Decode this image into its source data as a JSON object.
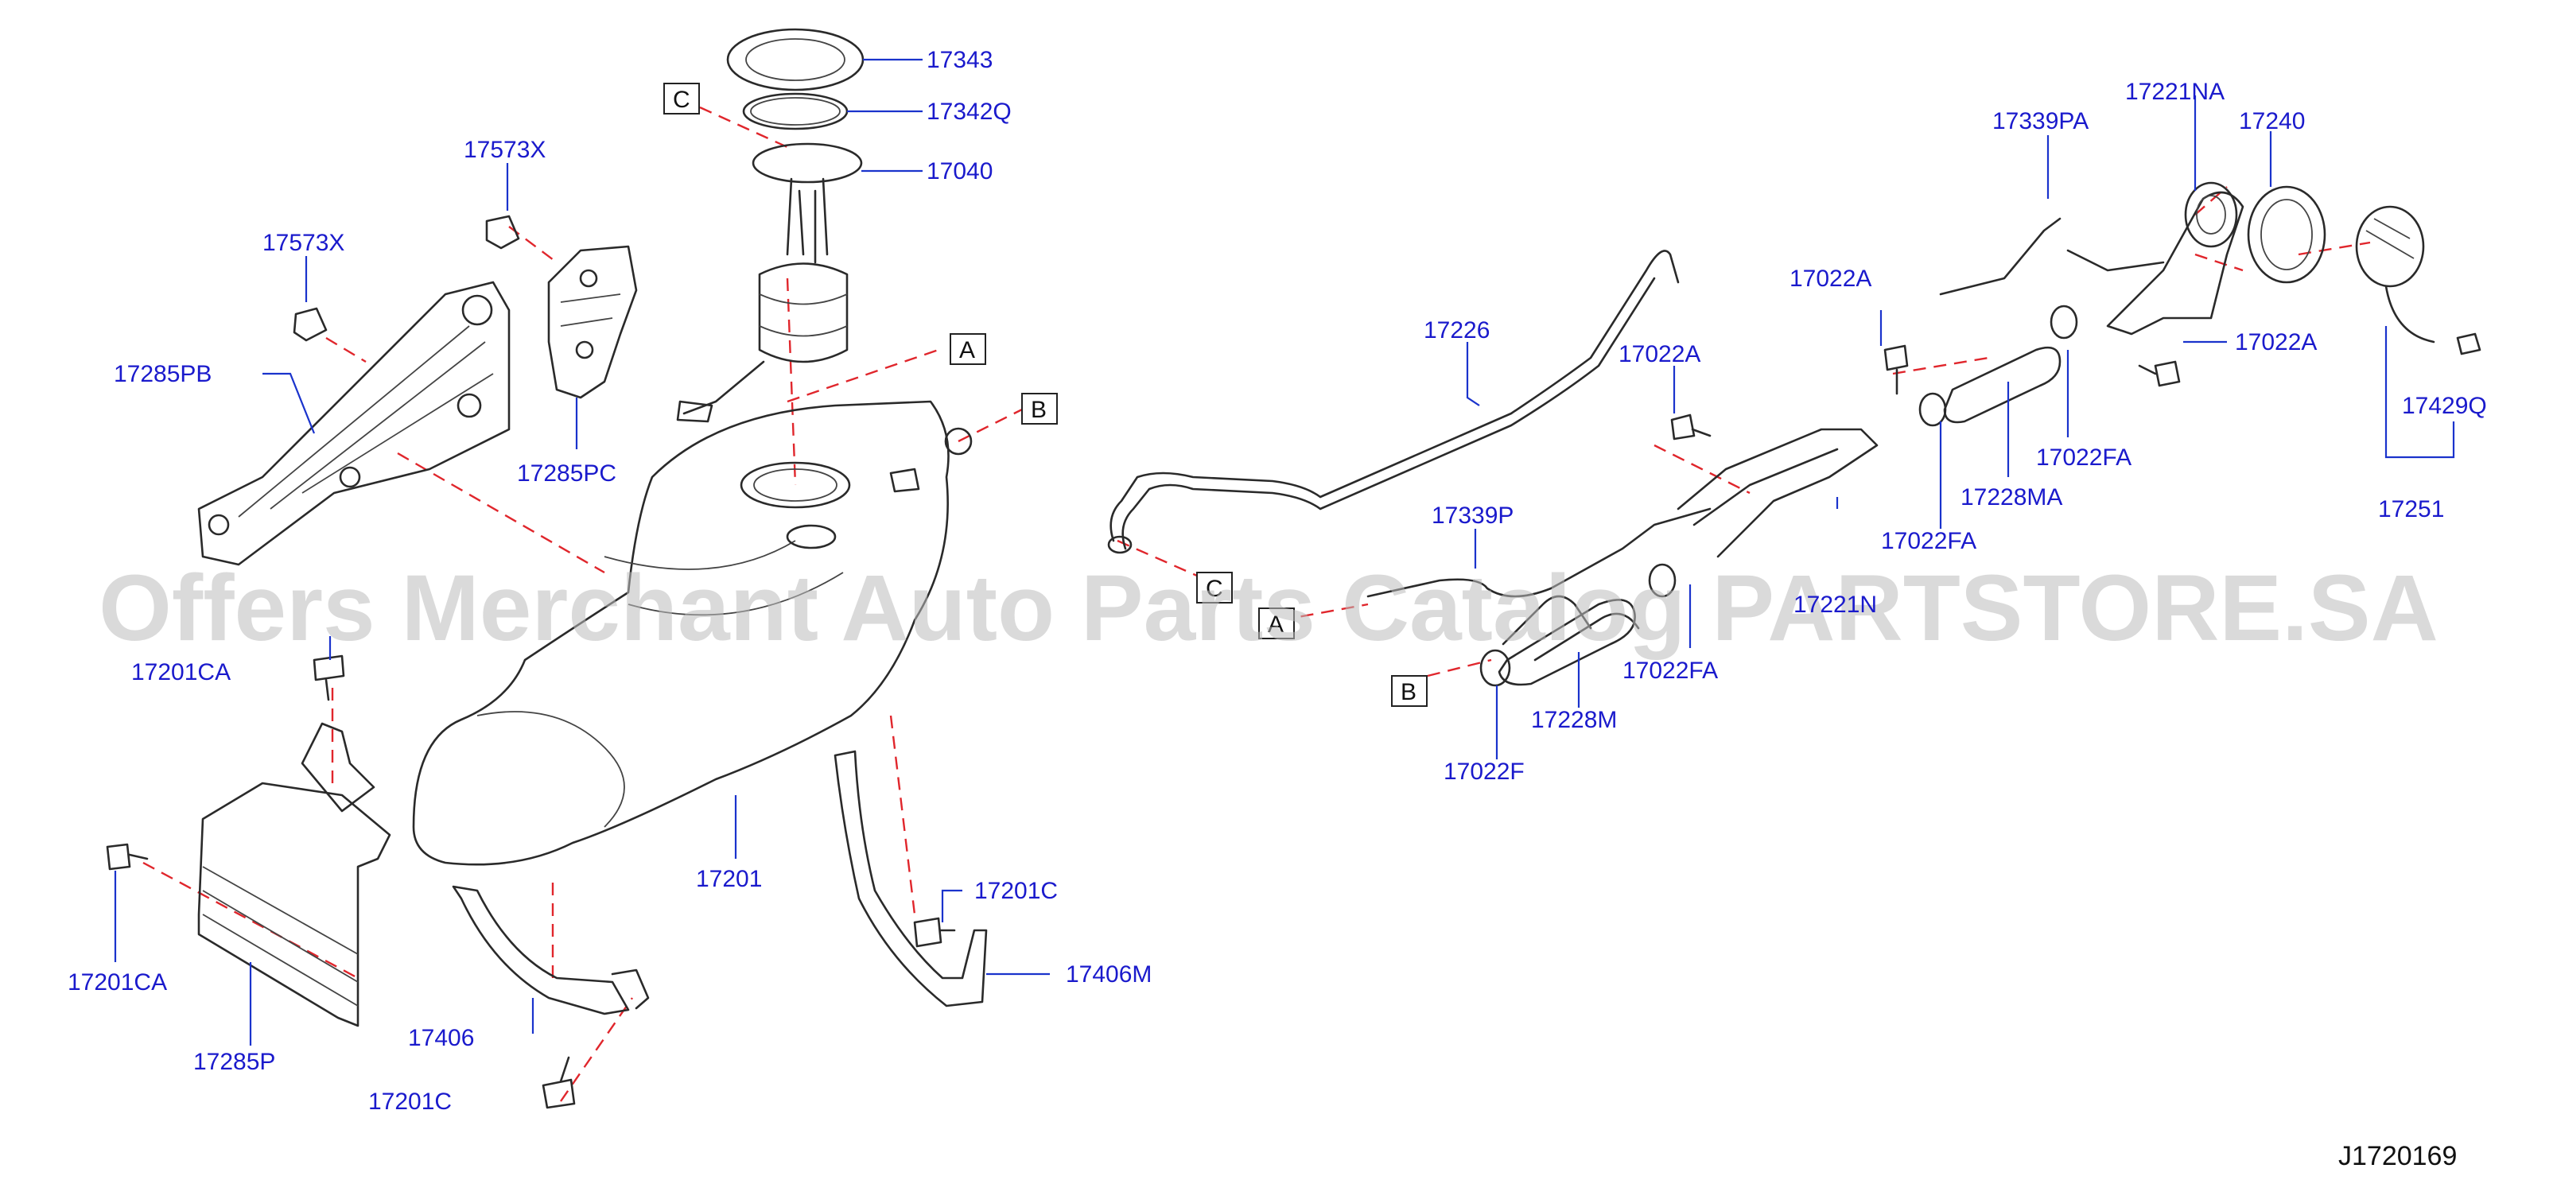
{
  "watermark": "Offers Merchant Auto Parts Catalog PARTSTORE.SA",
  "diagram_code": "J1720169",
  "callouts": {
    "A": "A",
    "B": "B",
    "C": "C"
  },
  "parts": {
    "p17343": "17343",
    "p17342Q": "17342Q",
    "p17040": "17040",
    "p17573X_a": "17573X",
    "p17573X_b": "17573X",
    "p17285PB": "17285PB",
    "p17285PC": "17285PC",
    "p17201CA_a": "17201CA",
    "p17201CA_b": "17201CA",
    "p17285P": "17285P",
    "p17406": "17406",
    "p17201C_a": "17201C",
    "p17201C_b": "17201C",
    "p17201": "17201",
    "p17406M": "17406M",
    "p17226": "17226",
    "p17339P": "17339P",
    "p17022A_a": "17022A",
    "p17022A_b": "17022A",
    "p17022A_c": "17022A",
    "p17339PA": "17339PA",
    "p17221NA": "17221NA",
    "p17240": "17240",
    "p17022FA_a": "17022FA",
    "p17022FA_b": "17022FA",
    "p17022FA_c": "17022FA",
    "p17228MA": "17228MA",
    "p17228M": "17228M",
    "p17022F": "17022F",
    "p17221N": "17221N",
    "p17429Q": "17429Q",
    "p17251": "17251"
  }
}
